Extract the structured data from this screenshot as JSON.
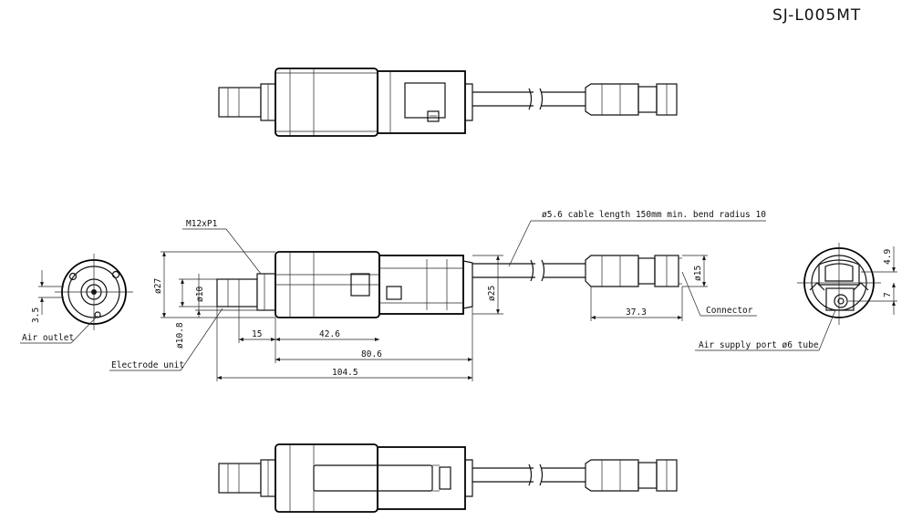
{
  "model": "SJ-L005MT",
  "labels": {
    "thread": "M12xP1",
    "cable_note": "ø5.6  cable length 150mm  min. bend radius 10",
    "air_outlet": "Air outlet",
    "electrode_unit": "Electrode unit",
    "connector": "Connector",
    "air_supply": "Air supply port ø6 tube"
  },
  "dims": {
    "d27": "ø27",
    "d10": "ø10",
    "d10_8": "ø10.8",
    "d25": "ø25",
    "d15": "ø15",
    "l15": "15",
    "l42_6": "42.6",
    "l80_6": "80.6",
    "l104_5": "104.5",
    "l37_3": "37.3",
    "v3_5": "3.5",
    "v4_9": "4.9",
    "v7": "7"
  }
}
